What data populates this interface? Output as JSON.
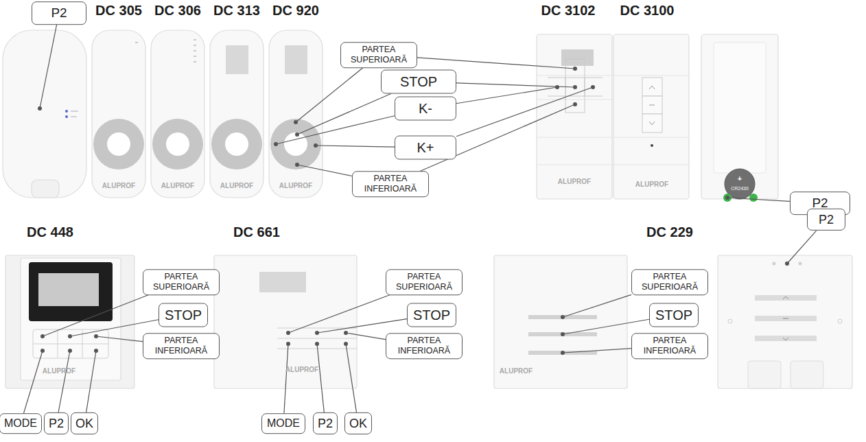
{
  "diagram": {
    "nodes": [
      {
        "text": [
          "P2"
        ]
      },
      {
        "text": [
          "PARTEA SUPERIOARĂ"
        ]
      },
      {
        "text": [
          "STOP"
        ]
      },
      {
        "text": [
          "K-"
        ]
      },
      {
        "text": [
          "K+"
        ]
      },
      {
        "text": [
          "PARTEA INFERIOARĂ"
        ]
      },
      {
        "text": [
          "P2"
        ]
      },
      {
        "text": [
          "PARTEA SUPERIOARĂ"
        ]
      },
      {
        "text": [
          "STOP"
        ]
      },
      {
        "text": [
          "PARTEA INFERIOARĂ"
        ]
      },
      {
        "text": [
          "MODE"
        ]
      },
      {
        "text": [
          "P2"
        ]
      },
      {
        "text": [
          "OK"
        ]
      },
      {
        "text": [
          "PARTEA SUPERIOARĂ"
        ]
      },
      {
        "text": [
          "STOP"
        ]
      },
      {
        "text": [
          "PARTEA INFERIOARĂ"
        ]
      },
      {
        "text": [
          "MODE"
        ]
      },
      {
        "text": [
          "P2"
        ]
      },
      {
        "text": [
          "OK"
        ]
      },
      {
        "text": [
          "P2"
        ]
      },
      {
        "text": [
          "PARTEA SUPERIOARĂ"
        ]
      },
      {
        "text": [
          "STOP"
        ]
      },
      {
        "text": [
          "PARTEA INFERIOARĂ"
        ]
      }
    ],
    "labels": [
      "DC 305",
      "DC 306",
      "DC 313",
      "DC 920",
      "DC 3102",
      "DC 3100",
      "DC 448",
      "DC 661",
      "DC 229",
      "ALUPROF",
      "ALUPROF",
      "ALUPROF",
      "ALUPROF",
      "ALUPROF",
      "ALUPROF",
      "ALUPROF",
      "ALUPROF",
      "ALUPROF",
      "+",
      "CR2430"
    ]
  }
}
